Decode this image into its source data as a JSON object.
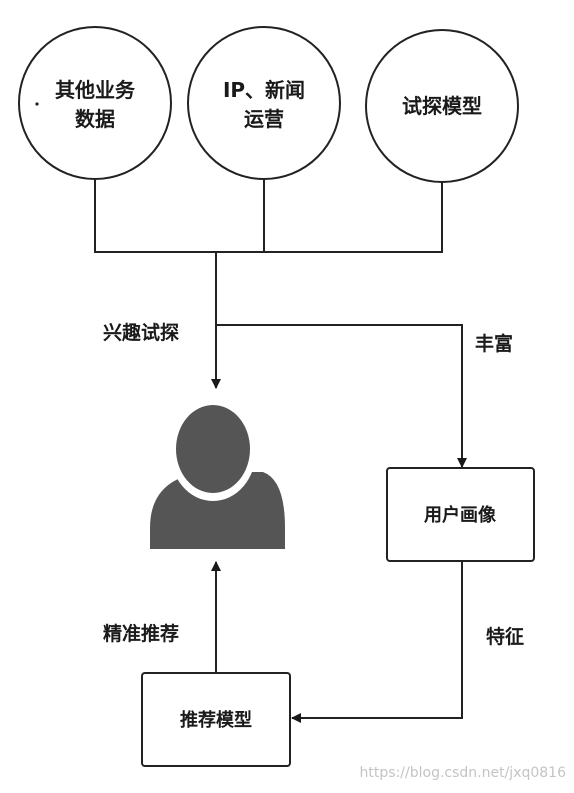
{
  "sources": [
    {
      "lines": [
        "其他业务",
        "数据"
      ]
    },
    {
      "lines": [
        "IP、新闻",
        "运营"
      ]
    },
    {
      "lines": [
        "试探模型"
      ]
    }
  ],
  "edges": {
    "interest_probe": "兴趣试探",
    "enrich": "丰富",
    "feature": "特征",
    "precise_recommend": "精准推荐"
  },
  "nodes": {
    "user_profile": "用户画像",
    "recommend_model": "推荐模型"
  },
  "watermark": "https://blog.csdn.net/jxq0816"
}
